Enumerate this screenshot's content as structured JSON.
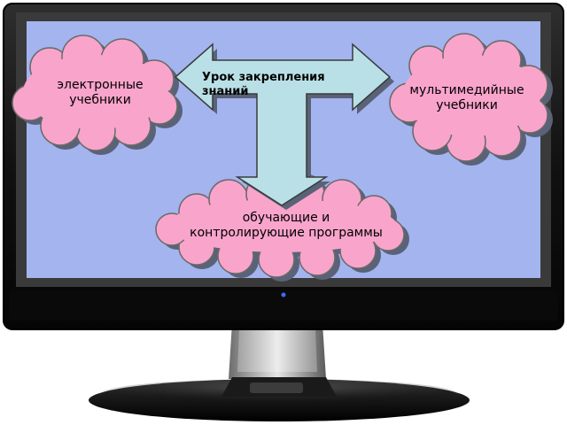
{
  "diagram": {
    "arrow_label": [
      "Урок закрепления",
      "знаний"
    ],
    "cloud_left": [
      "электронные",
      "учебники"
    ],
    "cloud_right": [
      "мультимедийные",
      "учебники"
    ],
    "cloud_bottom": [
      "обучающие и",
      "контролирующие программы"
    ]
  },
  "colors": {
    "screen": "#a3b4ef",
    "cloud_fill": "#f9a4cb",
    "arrow_fill": "#b9e0e6",
    "monitor_frame": "#121212"
  }
}
